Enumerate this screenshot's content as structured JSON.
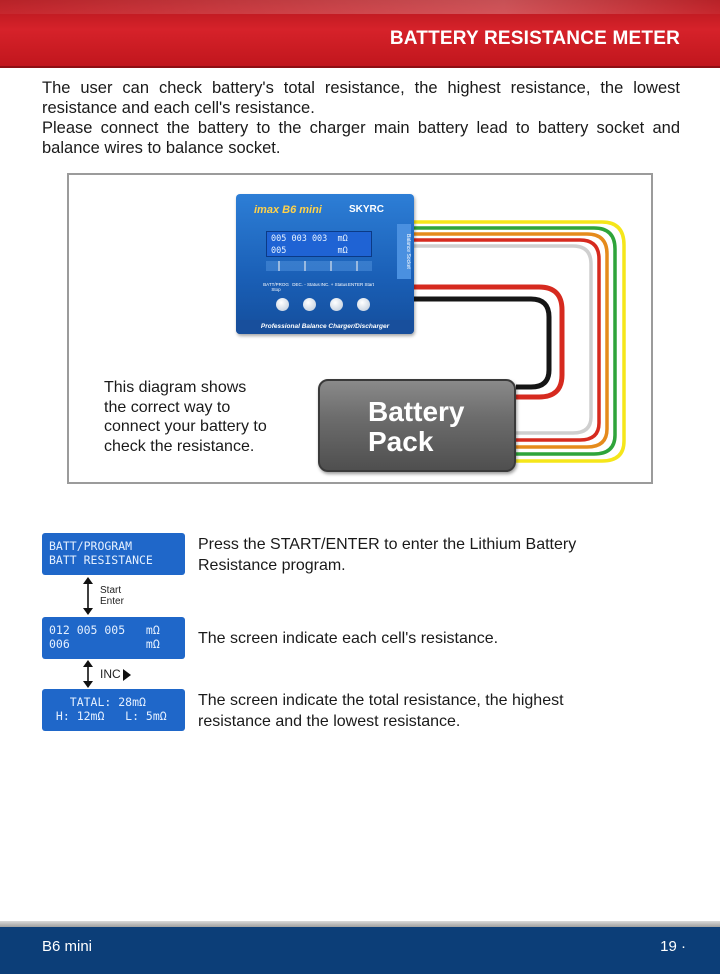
{
  "header": {
    "title": "BATTERY RESISTANCE METER"
  },
  "intro": {
    "paragraph1": "The user can check battery's total resistance, the highest resistance, the lowest resistance and each cell's resistance.",
    "paragraph2": "Please connect the battery to the charger main battery lead to battery socket and balance wires to balance socket."
  },
  "diagram": {
    "charger": {
      "brand": "imax B6 mini",
      "brand2": "SKYRC",
      "lcd_line1": "005 003 003  mΩ",
      "lcd_line2": "005          mΩ",
      "button_labels": [
        "BATT/PROG Stop",
        "DEC. - Status",
        "INC. + Status",
        "ENTER Start"
      ],
      "side_label": "Balance Socket",
      "footer": "Professional Balance Charger/Discharger"
    },
    "note": "This diagram shows\nthe correct way to\nconnect your battery to\ncheck the resistance.",
    "pack_label": "Battery\nPack",
    "wire_colors": [
      "#f5e61a",
      "#2fa43a",
      "#e58b1c",
      "#d62a1f",
      "#f2f2f2",
      "#111111"
    ]
  },
  "steps": [
    {
      "screen_line1": "BATT/PROGRAM",
      "screen_line2": "BATT RESISTANCE",
      "description": "Press the START/ENTER to enter the Lithium Battery Resistance program."
    },
    {
      "screen_line1": "012 005 005   mΩ",
      "screen_line2": "006           mΩ",
      "description": "The screen indicate each cell's resistance."
    },
    {
      "screen_line1": "   TATAL: 28mΩ",
      "screen_line2": " H: 12mΩ   L: 5mΩ",
      "description": "The screen indicate the total resistance, the highest resistance and the lowest resistance."
    }
  ],
  "transitions": {
    "start_enter": "Start\nEnter",
    "inc": "INC"
  },
  "footer": {
    "model": "B6 mini",
    "page": "19 ·"
  },
  "colors": {
    "header_red": "#d6222a",
    "footer_blue": "#0c3e78",
    "lcd_blue": "#1f67c9"
  }
}
